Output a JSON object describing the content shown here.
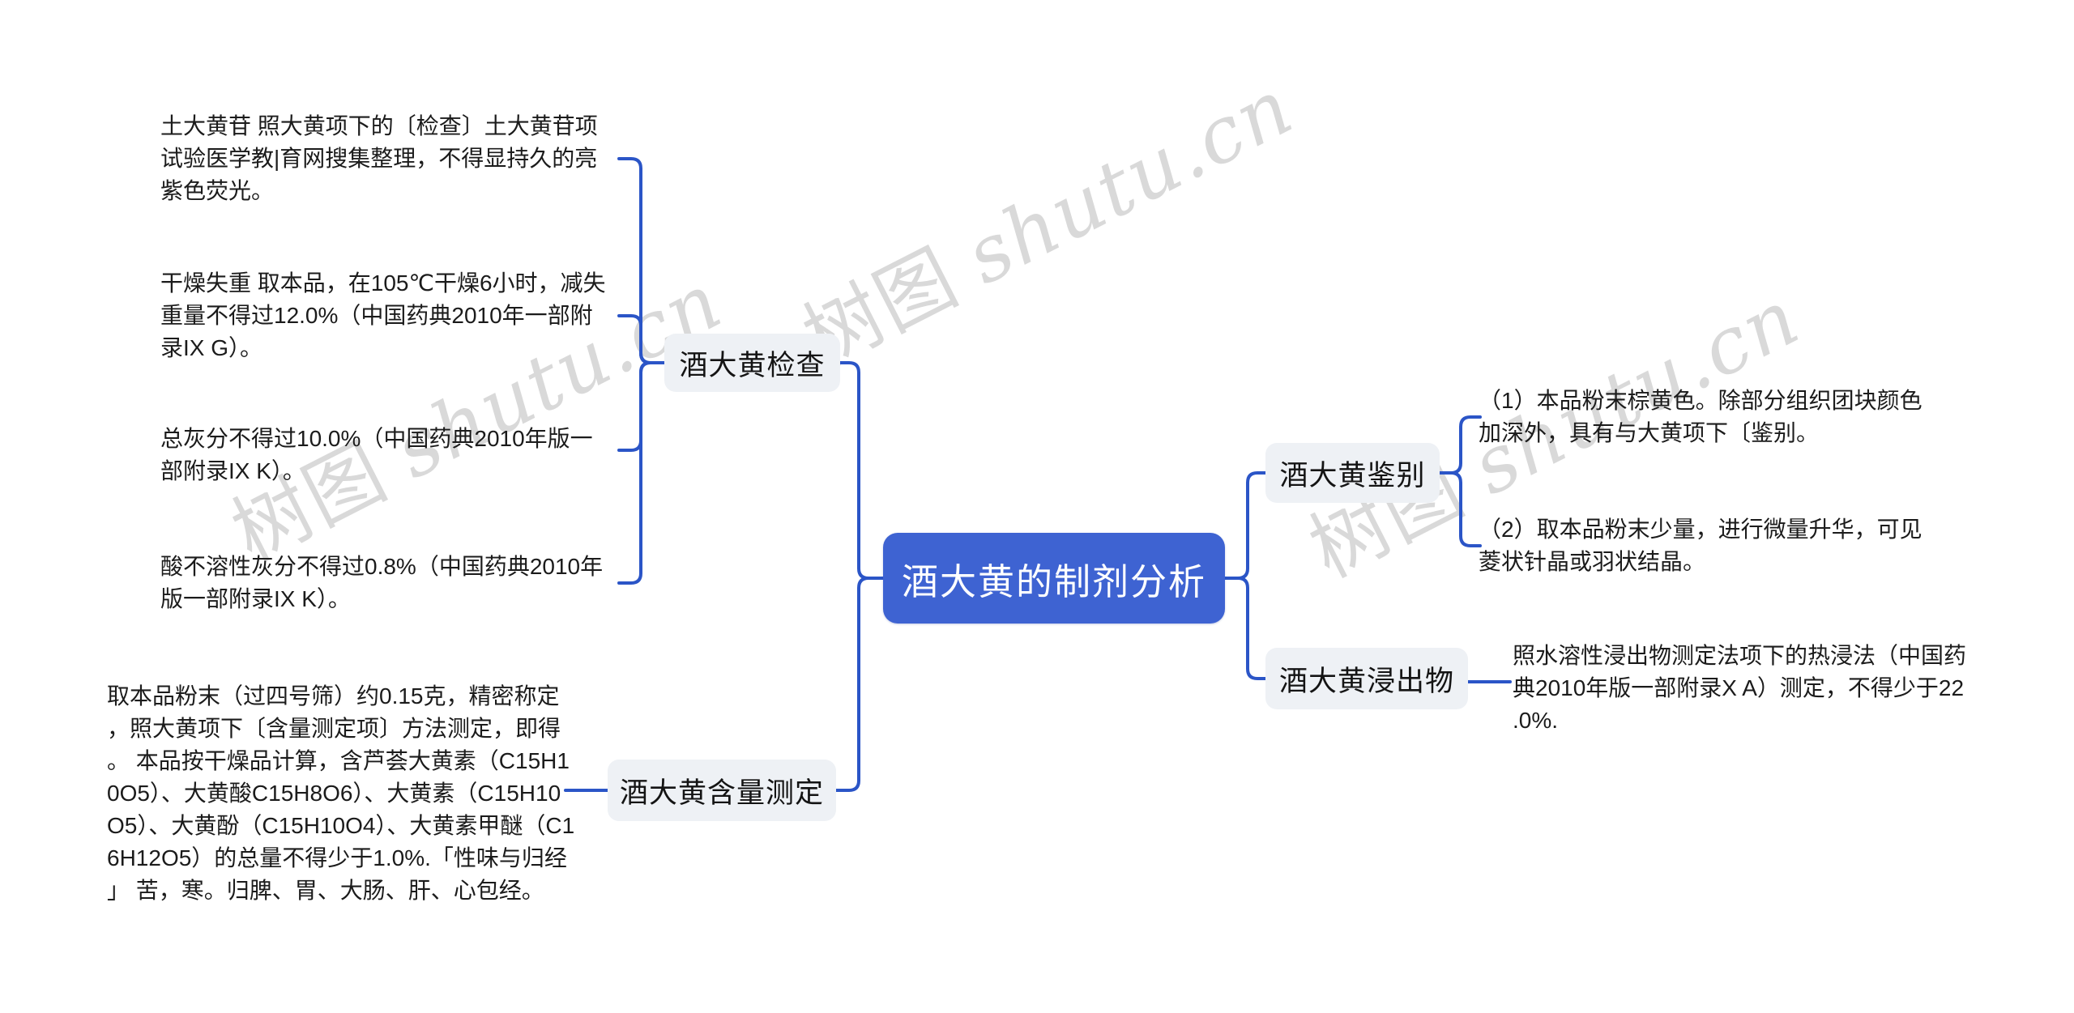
{
  "title": "酒大黄的制剂分析思维导图",
  "colors": {
    "accent": "#2b55c7",
    "root": "#3e63d2",
    "node": "#eef1f5",
    "watermark": "#d6d6d6"
  },
  "watermark": {
    "cjk": "树图",
    "latin": "shutu.cn"
  },
  "nodes": {
    "root": "酒大黄的制剂分析",
    "check": "酒大黄检查",
    "assay": "酒大黄含量测定",
    "identify": "酒大黄鉴别",
    "extract": "酒大黄浸出物"
  },
  "texts": {
    "t1": "土大黄苷 照大黄项下的〔检查〕土大黄苷项试验医学教|育网搜集整理，不得显持久的亮紫色荧光。",
    "t2": "干燥失重 取本品，在105℃干燥6小时，减失重量不得过12.0%（中国药典2010年一部附录IX G）。",
    "t3": "总灰分不得过10.0%（中国药典2010年版一部附录IX K）。",
    "t4": "酸不溶性灰分不得过0.8%（中国药典2010年版一部附录IX K）。",
    "t5": "取本品粉末（过四号筛）约0.15克，精密称定，照大黄项下〔含量测定项〕方法测定，即得。 本品按干燥品计算，含芦荟大黄素（C15H10O5）、大黄酸C15H8O6）、大黄素（C15H10O5）、大黄酚（C15H10O4）、大黄素甲醚（C16H12O5）的总量不得少于1.0%.「性味与归经」 苦，寒。归脾、胃、大肠、肝、心包经。",
    "r1": "（1）本品粉末棕黄色。除部分组织团块颜色加深外，具有与大黄项下〔鉴别。",
    "r2": "（2）取本品粉末少量，进行微量升华，可见菱状针晶或羽状结晶。",
    "r3": "照水溶性浸出物测定法项下的热浸法（中国药典2010年版一部附录X A）测定，不得少于22.0%."
  }
}
